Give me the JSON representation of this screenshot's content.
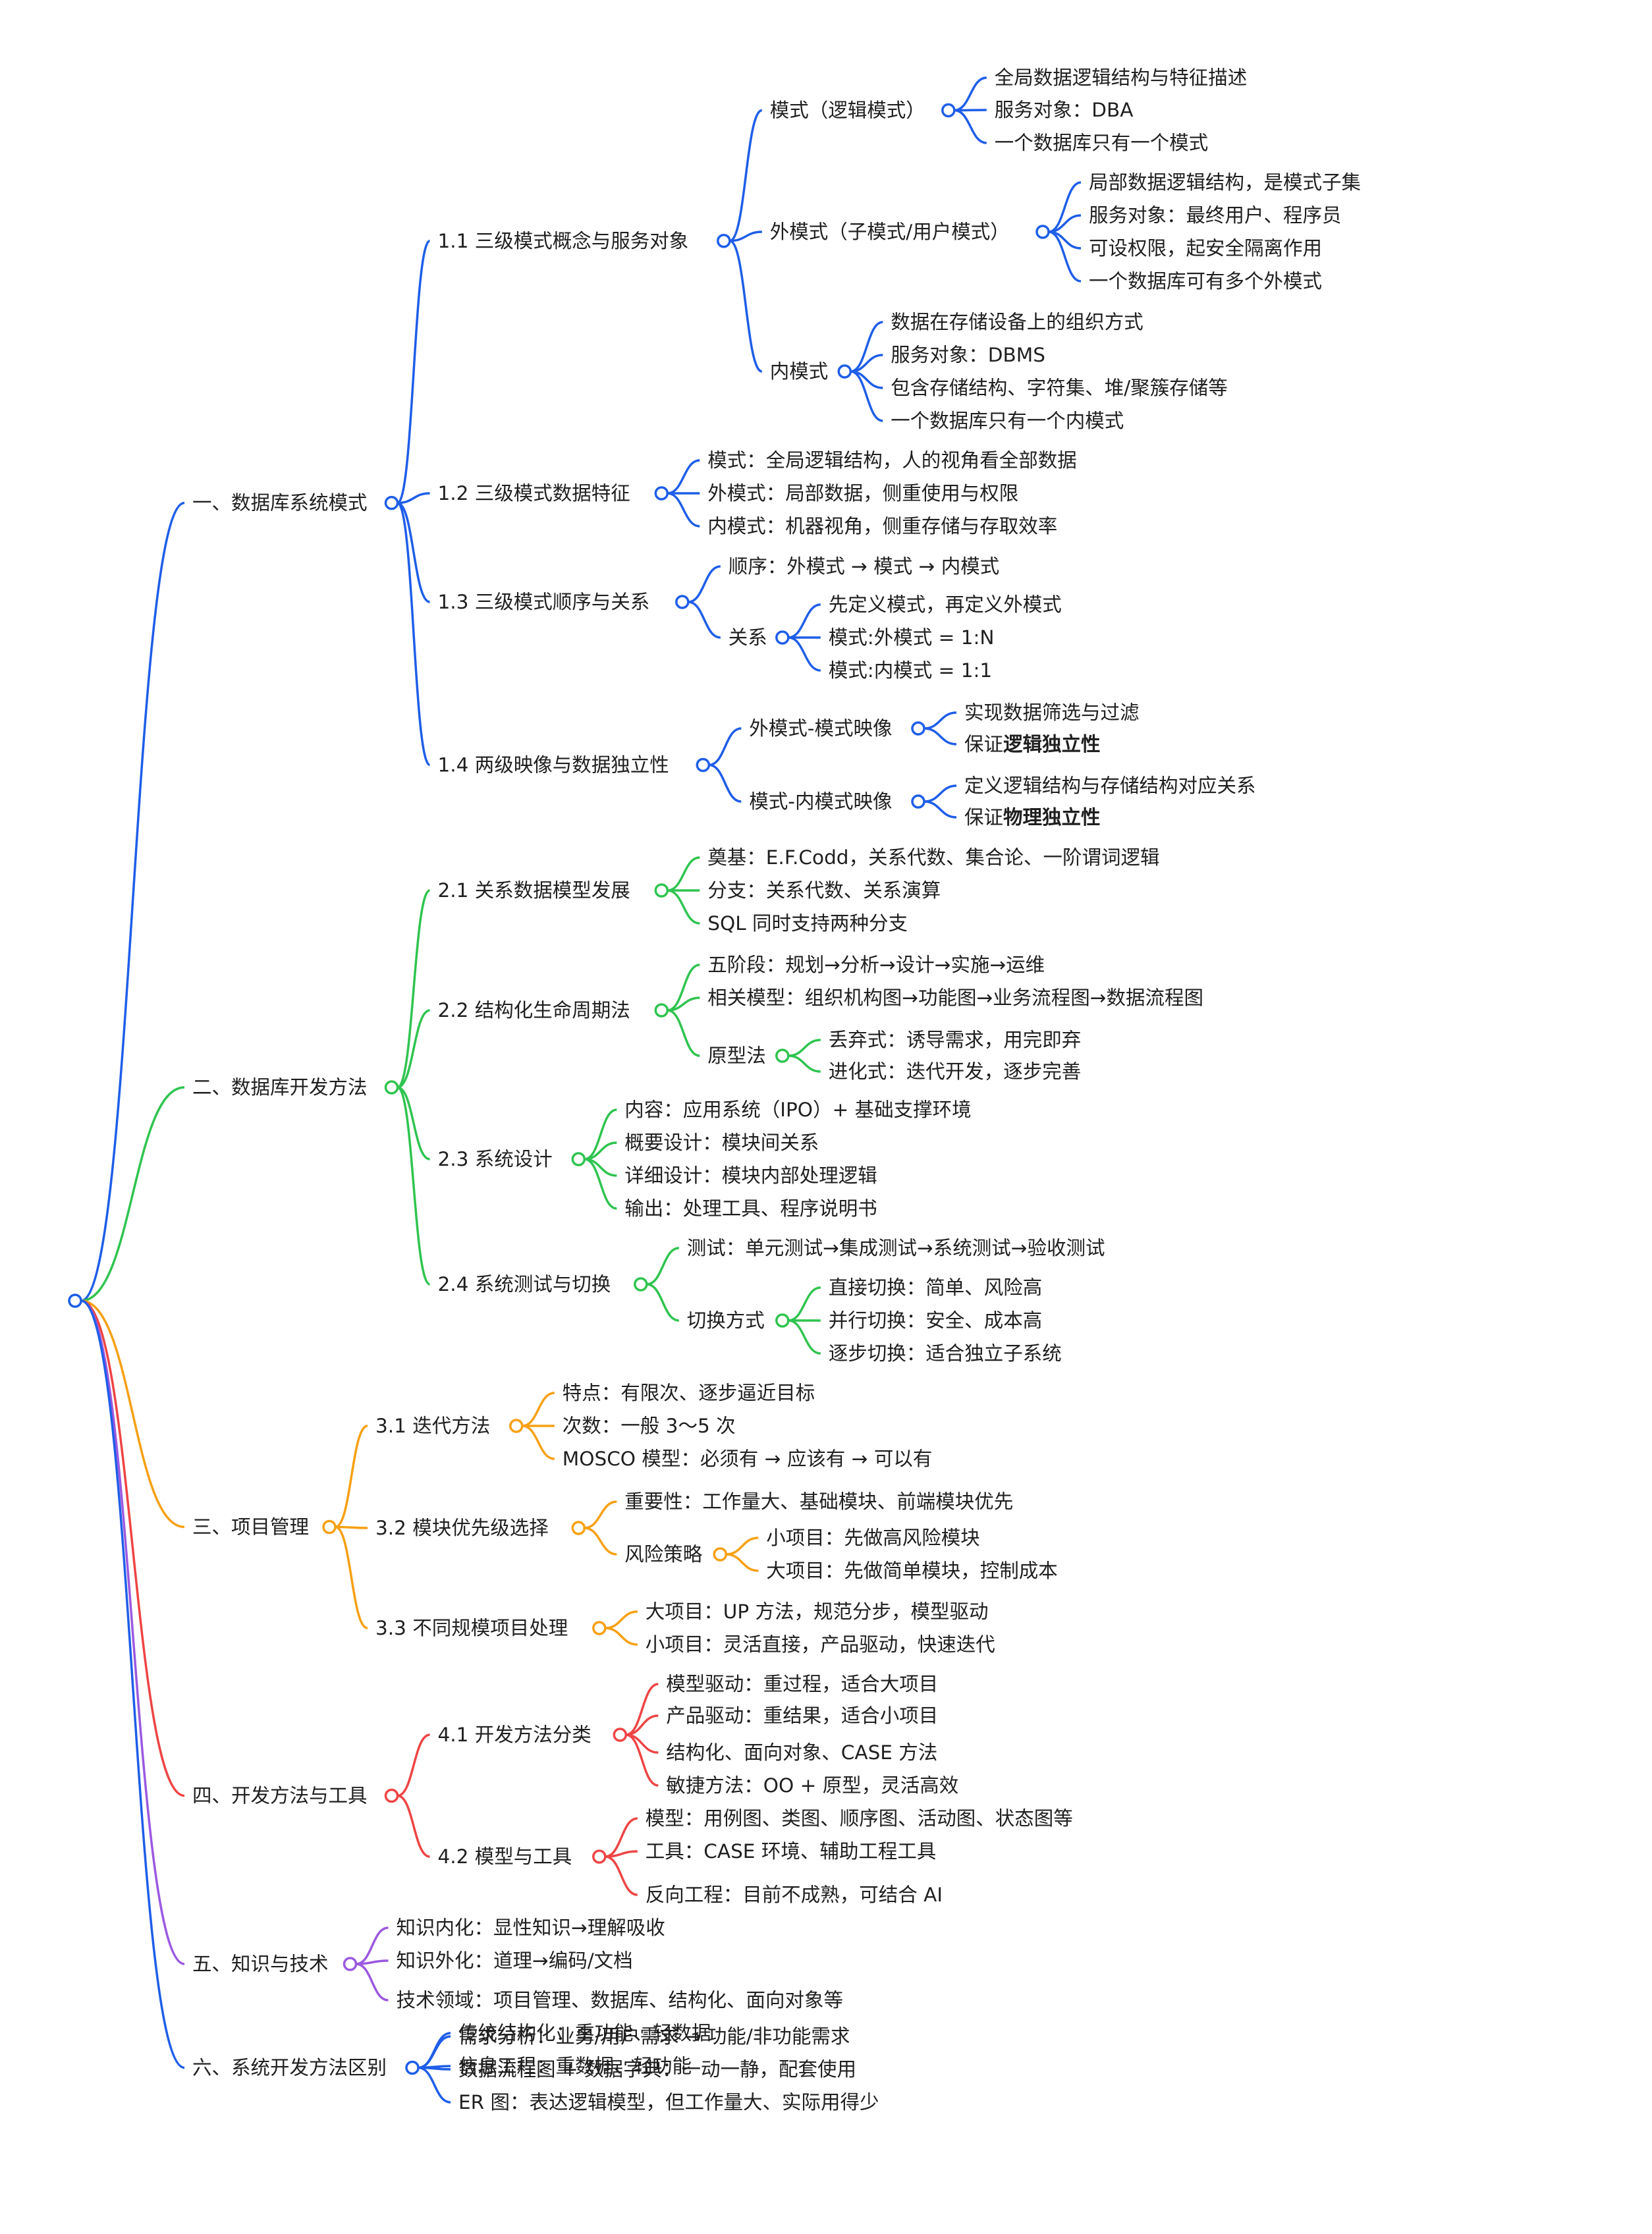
{
  "colors": {
    "c1": "#1e5ee8",
    "c2": "#2fc44f",
    "c3": "#f6a013",
    "c4": "#ee4444",
    "c5": "#9b59e0",
    "c6": "#1e5ee8",
    "text": "#1f1f1f"
  },
  "branches": [
    {
      "label": "一、数据库系统模式",
      "color": "c1",
      "children": [
        {
          "label": "1.1 三级模式概念与服务对象",
          "children": [
            {
              "label": "模式（逻辑模式）",
              "children": [
                {
                  "label": "全局数据逻辑结构与特征描述"
                },
                {
                  "label": "服务对象：DBA"
                },
                {
                  "label": "一个数据库只有一个模式"
                }
              ]
            },
            {
              "label": "外模式（子模式/用户模式）",
              "children": [
                {
                  "label": "局部数据逻辑结构，是模式子集"
                },
                {
                  "label": "服务对象：最终用户、程序员"
                },
                {
                  "label": "可设权限，起安全隔离作用"
                },
                {
                  "label": "一个数据库可有多个外模式"
                }
              ]
            },
            {
              "label": "内模式",
              "children": [
                {
                  "label": "数据在存储设备上的组织方式"
                },
                {
                  "label": "服务对象：DBMS"
                },
                {
                  "label": "包含存储结构、字符集、堆/聚簇存储等"
                },
                {
                  "label": "一个数据库只有一个内模式"
                }
              ]
            }
          ]
        },
        {
          "label": "1.2 三级模式数据特征",
          "children": [
            {
              "label": "模式：全局逻辑结构，人的视角看全部数据"
            },
            {
              "label": "外模式：局部数据，侧重使用与权限"
            },
            {
              "label": "内模式：机器视角，侧重存储与存取效率"
            }
          ]
        },
        {
          "label": "1.3 三级模式顺序与关系",
          "children": [
            {
              "label": "顺序：外模式 → 模式 → 内模式"
            },
            {
              "label": "关系",
              "children": [
                {
                  "label": "先定义模式，再定义外模式"
                },
                {
                  "label": "模式:外模式 = 1:N"
                },
                {
                  "label": "模式:内模式 = 1:1"
                }
              ]
            }
          ]
        },
        {
          "label": "1.4 两级映像与数据独立性",
          "children": [
            {
              "label": "外模式-模式映像",
              "children": [
                {
                  "label": "实现数据筛选与过滤"
                },
                {
                  "label": "保证",
                  "bold": "逻辑独立性"
                }
              ]
            },
            {
              "label": "模式-内模式映像",
              "children": [
                {
                  "label": "定义逻辑结构与存储结构对应关系"
                },
                {
                  "label": "保证",
                  "bold": "物理独立性"
                }
              ]
            }
          ]
        }
      ]
    },
    {
      "label": "二、数据库开发方法",
      "color": "c2",
      "children": [
        {
          "label": "2.1 关系数据模型发展",
          "children": [
            {
              "label": "奠基：E.F.Codd，关系代数、集合论、一阶谓词逻辑"
            },
            {
              "label": "分支：关系代数、关系演算"
            },
            {
              "label": "SQL 同时支持两种分支"
            }
          ]
        },
        {
          "label": "2.2 结构化生命周期法",
          "children": [
            {
              "label": "五阶段：规划→分析→设计→实施→运维"
            },
            {
              "label": "相关模型：组织机构图→功能图→业务流程图→数据流程图"
            },
            {
              "label": "原型法",
              "children": [
                {
                  "label": "丢弃式：诱导需求，用完即弃"
                },
                {
                  "label": "进化式：迭代开发，逐步完善"
                }
              ]
            }
          ]
        },
        {
          "label": "2.3 系统设计",
          "children": [
            {
              "label": "内容：应用系统（IPO）+ 基础支撑环境"
            },
            {
              "label": "概要设计：模块间关系"
            },
            {
              "label": "详细设计：模块内部处理逻辑"
            },
            {
              "label": "输出：处理工具、程序说明书"
            }
          ]
        },
        {
          "label": "2.4 系统测试与切换",
          "children": [
            {
              "label": "测试：单元测试→集成测试→系统测试→验收测试"
            },
            {
              "label": "切换方式",
              "children": [
                {
                  "label": "直接切换：简单、风险高"
                },
                {
                  "label": "并行切换：安全、成本高"
                },
                {
                  "label": "逐步切换：适合独立子系统"
                }
              ]
            }
          ]
        }
      ]
    },
    {
      "label": "三、项目管理",
      "color": "c3",
      "children": [
        {
          "label": "3.1 迭代方法",
          "children": [
            {
              "label": "特点：有限次、逐步逼近目标"
            },
            {
              "label": "次数：一般 3～5 次"
            },
            {
              "label": "MOSCO 模型：必须有 → 应该有 → 可以有"
            }
          ]
        },
        {
          "label": "3.2 模块优先级选择",
          "children": [
            {
              "label": "重要性：工作量大、基础模块、前端模块优先"
            },
            {
              "label": "风险策略",
              "children": [
                {
                  "label": "小项目：先做高风险模块"
                },
                {
                  "label": "大项目：先做简单模块，控制成本"
                }
              ]
            }
          ]
        },
        {
          "label": "3.3 不同规模项目处理",
          "children": [
            {
              "label": "大项目：UP 方法，规范分步，模型驱动"
            },
            {
              "label": "小项目：灵活直接，产品驱动，快速迭代"
            }
          ]
        }
      ]
    },
    {
      "label": "四、开发方法与工具",
      "color": "c4",
      "children": [
        {
          "label": "4.1 开发方法分类",
          "children": [
            {
              "label": "模型驱动：重过程，适合大项目"
            },
            {
              "label": "产品驱动：重结果，适合小项目"
            },
            {
              "label": "结构化、面向对象、CASE 方法"
            },
            {
              "label": "敏捷方法：OO + 原型，灵活高效"
            }
          ]
        },
        {
          "label": "4.2 模型与工具",
          "children": [
            {
              "label": "模型：用例图、类图、顺序图、活动图、状态图等"
            },
            {
              "label": "工具：CASE 环境、辅助工程工具"
            },
            {
              "label": "反向工程：目前不成熟，可结合 AI"
            }
          ]
        }
      ]
    },
    {
      "label": "五、知识与技术",
      "color": "c5",
      "children": [
        {
          "label": "知识内化：显性知识→理解吸收"
        },
        {
          "label": "知识外化：道理→编码/文档"
        },
        {
          "label": "技术领域：项目管理、数据库、结构化、面向对象等"
        }
      ]
    },
    {
      "label": "六、系统开发方法区别",
      "color": "c6",
      "children": [
        {
          "label": "传统结构化：重功能、轻数据"
        },
        {
          "label": "信息工程：重数据、轻功能"
        },
        {
          "label": "需求分析：业务/用户需求 → 功能/非功能需求"
        },
        {
          "label": "数据流程图 + 数据字典：一动一静，配套使用"
        },
        {
          "label": "ER 图：表达逻辑模型，但工作量大、实际用得少"
        }
      ]
    }
  ]
}
